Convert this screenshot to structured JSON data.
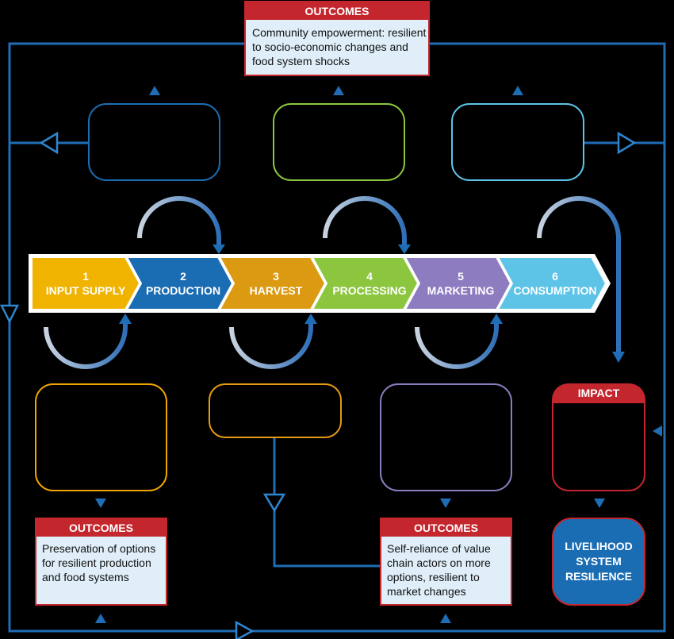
{
  "colors": {
    "outcome_red": "#c4262e",
    "outcome_fill": "#dfeef8",
    "flow_blue": "#1f6db5",
    "input_supply": "#f0b300",
    "production": "#1b6db3",
    "harvest": "#dc9a12",
    "processing": "#8cc63f",
    "marketing": "#8d7cc0",
    "consumption": "#5dc4e8"
  },
  "top_outcome": {
    "title": "OUTCOMES",
    "text": [
      "Community empowerment: resilient",
      "to socio-economic changes and",
      "food system shocks"
    ]
  },
  "steps": [
    {
      "number": "1",
      "label": "INPUT SUPPLY",
      "color": "#f0b300"
    },
    {
      "number": "2",
      "label": "PRODUCTION",
      "color": "#1b6db3"
    },
    {
      "number": "3",
      "label": "HARVEST",
      "color": "#dc9a12"
    },
    {
      "number": "4",
      "label": "PROCESSING",
      "color": "#8cc63f"
    },
    {
      "number": "5",
      "label": "MARKETING",
      "color": "#8d7cc0"
    },
    {
      "number": "6",
      "label": "CONSUMPTION",
      "color": "#5dc4e8"
    }
  ],
  "left_outcome": {
    "title": "OUTCOMES",
    "text": [
      "Preservation of options",
      "for resilient production",
      "and food systems"
    ]
  },
  "right_outcome": {
    "title": "OUTCOMES",
    "text": [
      "Self-reliance of value",
      "chain actors on more",
      "options, resilient to",
      "market changes"
    ]
  },
  "impact": {
    "title": "IMPACT"
  },
  "resilience": {
    "lines": [
      "LIVELIHOOD",
      "SYSTEM",
      "RESILIENCE"
    ]
  }
}
